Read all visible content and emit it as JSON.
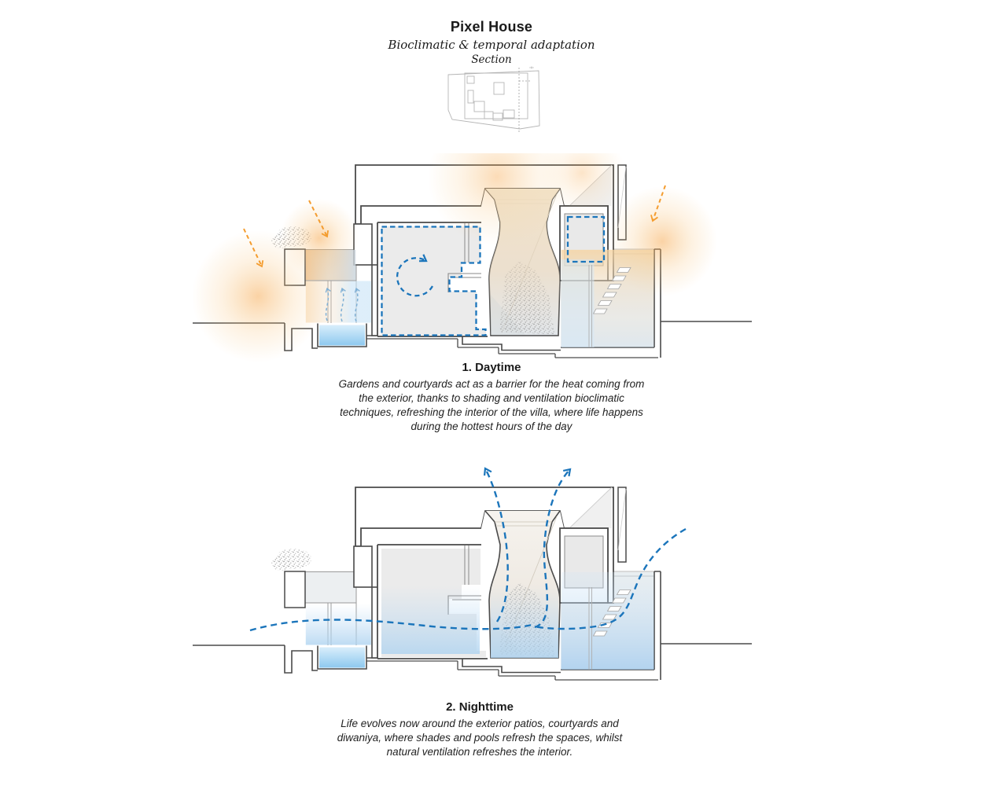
{
  "header": {
    "title": "Pixel House",
    "subtitle": "Bioclimatic & temporal adaptation",
    "drawing_type": "Section"
  },
  "sections": [
    {
      "heading": "1. Daytime",
      "caption": "Gardens and courtyards act as a barrier for the heat coming from the exterior, thanks to shading and ventilation bioclimatic techniques, refreshing the interior of the villa, where life happens during the hottest hours of the day"
    },
    {
      "heading": "2. Nighttime",
      "caption": "Life evolves now around the exterior patios, courtyards and diwaniya, where shades and pools refresh the spaces, whilst natural ventilation refreshes the interior."
    }
  ],
  "colors": {
    "outline_gray": "#4a4a4a",
    "light_line_gray": "#b5b5b5",
    "heat_arrow_orange": "#f49c2e",
    "heat_glow_orange": "#f6a64a",
    "airflow_blue": "#1b75bb",
    "breeze_light_blue": "#7fb0d6",
    "pool_water_blue": "#96cdf1",
    "cool_air_blue": "#b9d8f1",
    "room_fill_gray": "#ebebeb",
    "courtyard_warm_beige": "#f6d3a0"
  },
  "iconography": {
    "heat_arrow": "dashed-orange-arrow",
    "night_airflow": "dashed-blue-curve-arrow",
    "ventilation_loop": "dashed-blue-circle-arrow",
    "evaporative_cooling": "dashed-light-blue-rising-arrows",
    "vegetation": "gray-stipple-cluster",
    "section_cut": "dashed-line-on-key-plan"
  }
}
